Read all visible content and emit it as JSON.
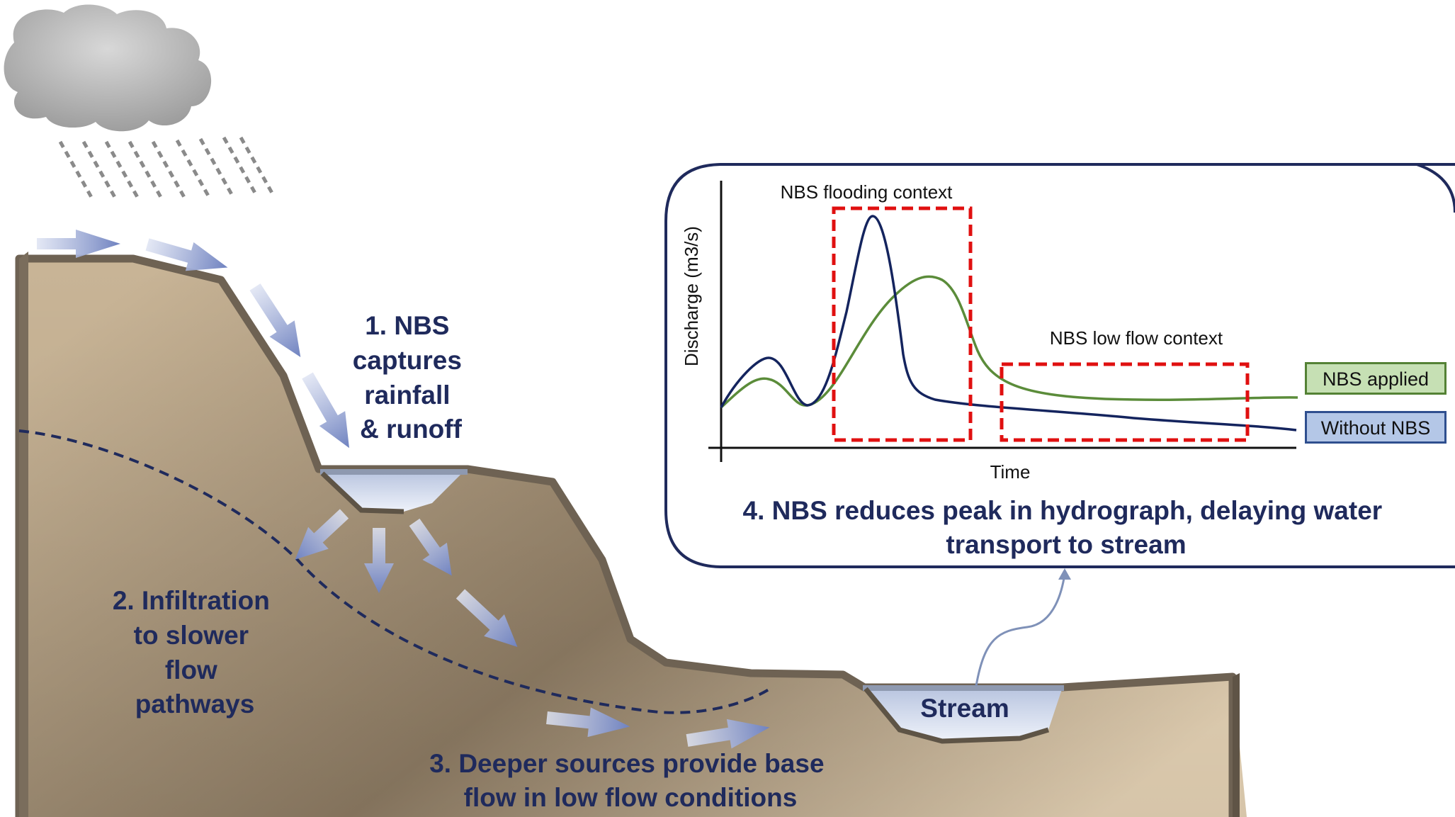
{
  "colors": {
    "navy": "#1f2a5c",
    "ground_light": "#c8b496",
    "ground_dark": "#8c7a62",
    "ground_edge": "#6e6253",
    "arrow_blue": "#7d8fc7",
    "water": "#c9d3e8",
    "nbs_line": "#5b8c3a",
    "without_line": "#14245e",
    "context_box": "#e01010"
  },
  "labels": {
    "step1": [
      "1. NBS",
      "captures",
      "rainfall",
      "& runoff"
    ],
    "step2": [
      "2. Infiltration",
      "to slower",
      "flow",
      "pathways"
    ],
    "step3": [
      "3. Deeper sources provide base",
      "flow in low flow conditions"
    ],
    "step4": [
      "4. NBS reduces peak in hydrograph, delaying water",
      "transport to stream"
    ],
    "stream": "Stream"
  },
  "chart_data": {
    "type": "line",
    "xlabel": "Time",
    "ylabel": "Discharge (m3/s)",
    "series": [
      {
        "name": "NBS applied",
        "color": "#5b8c3a"
      },
      {
        "name": "Without NBS",
        "color": "#14245e"
      }
    ],
    "annotations": [
      {
        "text": "NBS flooding context"
      },
      {
        "text": "NBS low flow context"
      }
    ]
  },
  "icons": [
    "rain-cloud-icon",
    "flow-arrow-icon"
  ]
}
